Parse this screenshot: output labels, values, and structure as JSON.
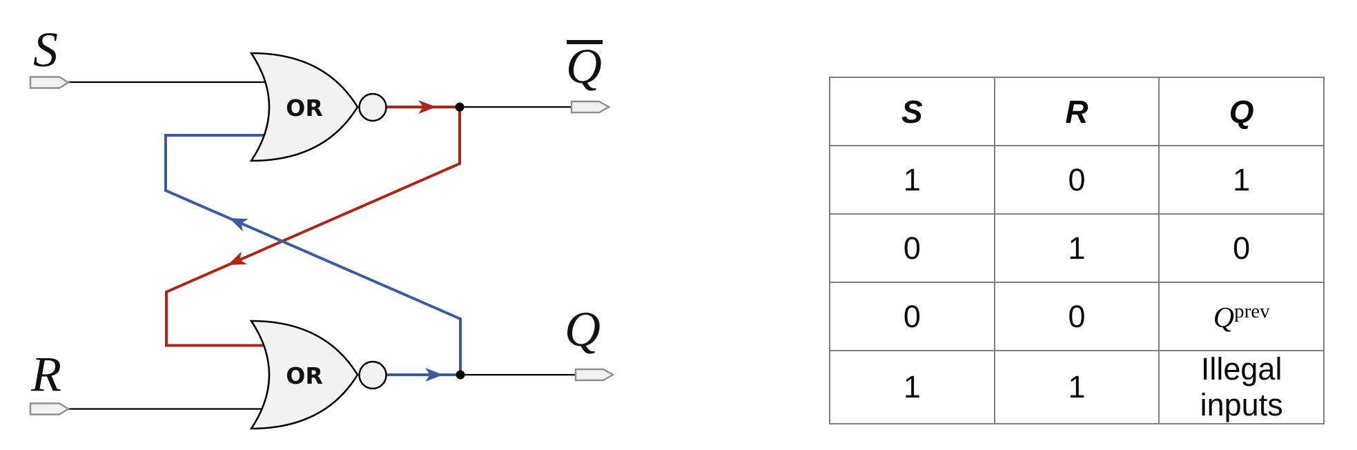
{
  "diagram": {
    "inputs": [
      {
        "id": "s",
        "label": "S"
      },
      {
        "id": "r",
        "label": "R"
      }
    ],
    "outputs": [
      {
        "id": "qbar",
        "label": "Q",
        "overbar": true
      },
      {
        "id": "q",
        "label": "Q",
        "overbar": false
      }
    ],
    "gates": [
      {
        "id": "top-nor",
        "label": "OR"
      },
      {
        "id": "bottom-nor",
        "label": "OR"
      }
    ],
    "colors": {
      "red_wire": "#b02418",
      "blue_wire": "#3b5aa0",
      "black_wire": "#000000",
      "gate_fill": "#f2f2f2",
      "gate_stroke": "#000000",
      "pin_fill": "#f2f2f2",
      "pin_stroke": "#8f8f8f"
    }
  },
  "truth_table": {
    "headers": [
      "S",
      "R",
      "Q"
    ],
    "rows": [
      [
        "1",
        "0",
        "1"
      ],
      [
        "0",
        "1",
        "0"
      ],
      [
        "0",
        "0",
        {
          "base": "Q",
          "sup": "prev"
        }
      ],
      [
        "1",
        "1",
        "Illegal inputs"
      ]
    ]
  }
}
